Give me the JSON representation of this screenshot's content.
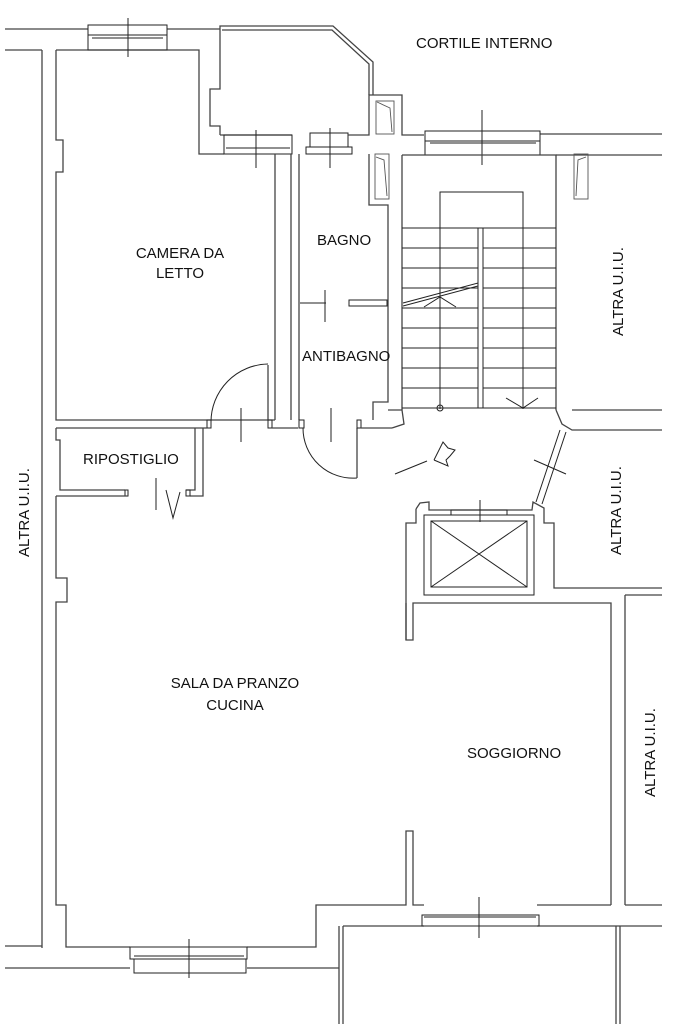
{
  "plan": {
    "title": "Floor plan",
    "background": "#ffffff",
    "line_color": "#444444",
    "text_color": "#111111"
  },
  "labels": {
    "courtyard": "CORTILE INTERNO",
    "bedroom_line1": "CAMERA DA",
    "bedroom_line2": "LETTO",
    "bathroom": "BAGNO",
    "antibathroom": "ANTIBAGNO",
    "storage": "RIPOSTIGLIO",
    "dining_line1": "SALA DA PRANZO",
    "dining_line2": "CUCINA",
    "living": "SOGGIORNO",
    "other_unit_left": "ALTRA U.I.U.",
    "other_unit_right_top": "ALTRA U.I.U.",
    "other_unit_right_mid": "ALTRA U.I.U.",
    "other_unit_right_bottom": "ALTRA U.I.U."
  },
  "rooms": [
    {
      "id": "camera-da-letto",
      "name": "CAMERA DA LETTO"
    },
    {
      "id": "bagno",
      "name": "BAGNO"
    },
    {
      "id": "antibagno",
      "name": "ANTIBAGNO"
    },
    {
      "id": "ripostiglio",
      "name": "RIPOSTIGLIO"
    },
    {
      "id": "sala-da-pranzo-cucina",
      "name": "SALA DA PRANZO CUCINA"
    },
    {
      "id": "soggiorno",
      "name": "SOGGIORNO"
    },
    {
      "id": "vano-scala",
      "name": "stairwell"
    },
    {
      "id": "ascensore",
      "name": "elevator"
    }
  ]
}
